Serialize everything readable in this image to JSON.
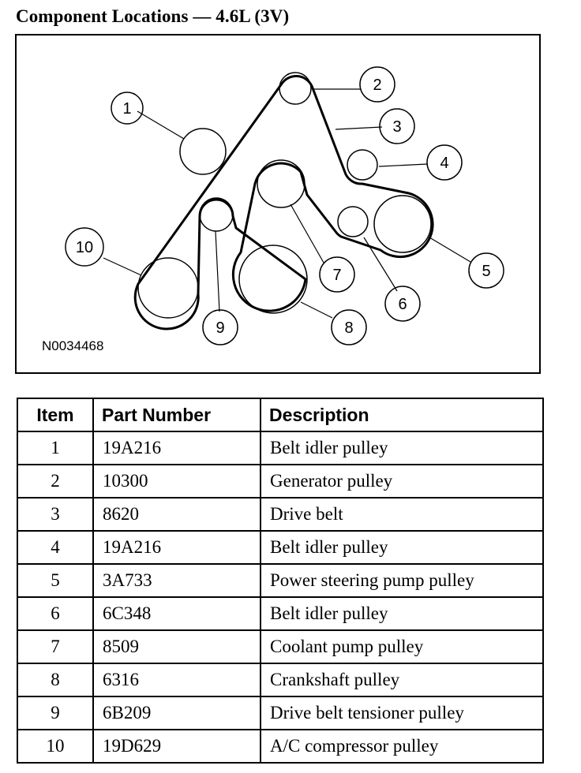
{
  "title": "Component Locations — 4.6L (3V)",
  "figure_id": "N0034468",
  "callouts": [
    "1",
    "2",
    "3",
    "4",
    "5",
    "6",
    "7",
    "8",
    "9",
    "10"
  ],
  "table": {
    "headers": [
      "Item",
      "Part Number",
      "Description"
    ],
    "rows": [
      {
        "item": "1",
        "part": "19A216",
        "desc": "Belt idler pulley"
      },
      {
        "item": "2",
        "part": "10300",
        "desc": "Generator pulley"
      },
      {
        "item": "3",
        "part": "8620",
        "desc": "Drive belt"
      },
      {
        "item": "4",
        "part": "19A216",
        "desc": "Belt idler pulley"
      },
      {
        "item": "5",
        "part": "3A733",
        "desc": "Power steering pump pulley"
      },
      {
        "item": "6",
        "part": "6C348",
        "desc": "Belt idler pulley"
      },
      {
        "item": "7",
        "part": "8509",
        "desc": "Coolant pump pulley"
      },
      {
        "item": "8",
        "part": "6316",
        "desc": "Crankshaft pulley"
      },
      {
        "item": "9",
        "part": "6B209",
        "desc": "Drive belt tensioner pulley"
      },
      {
        "item": "10",
        "part": "19D629",
        "desc": "A/C compressor pulley"
      }
    ]
  }
}
